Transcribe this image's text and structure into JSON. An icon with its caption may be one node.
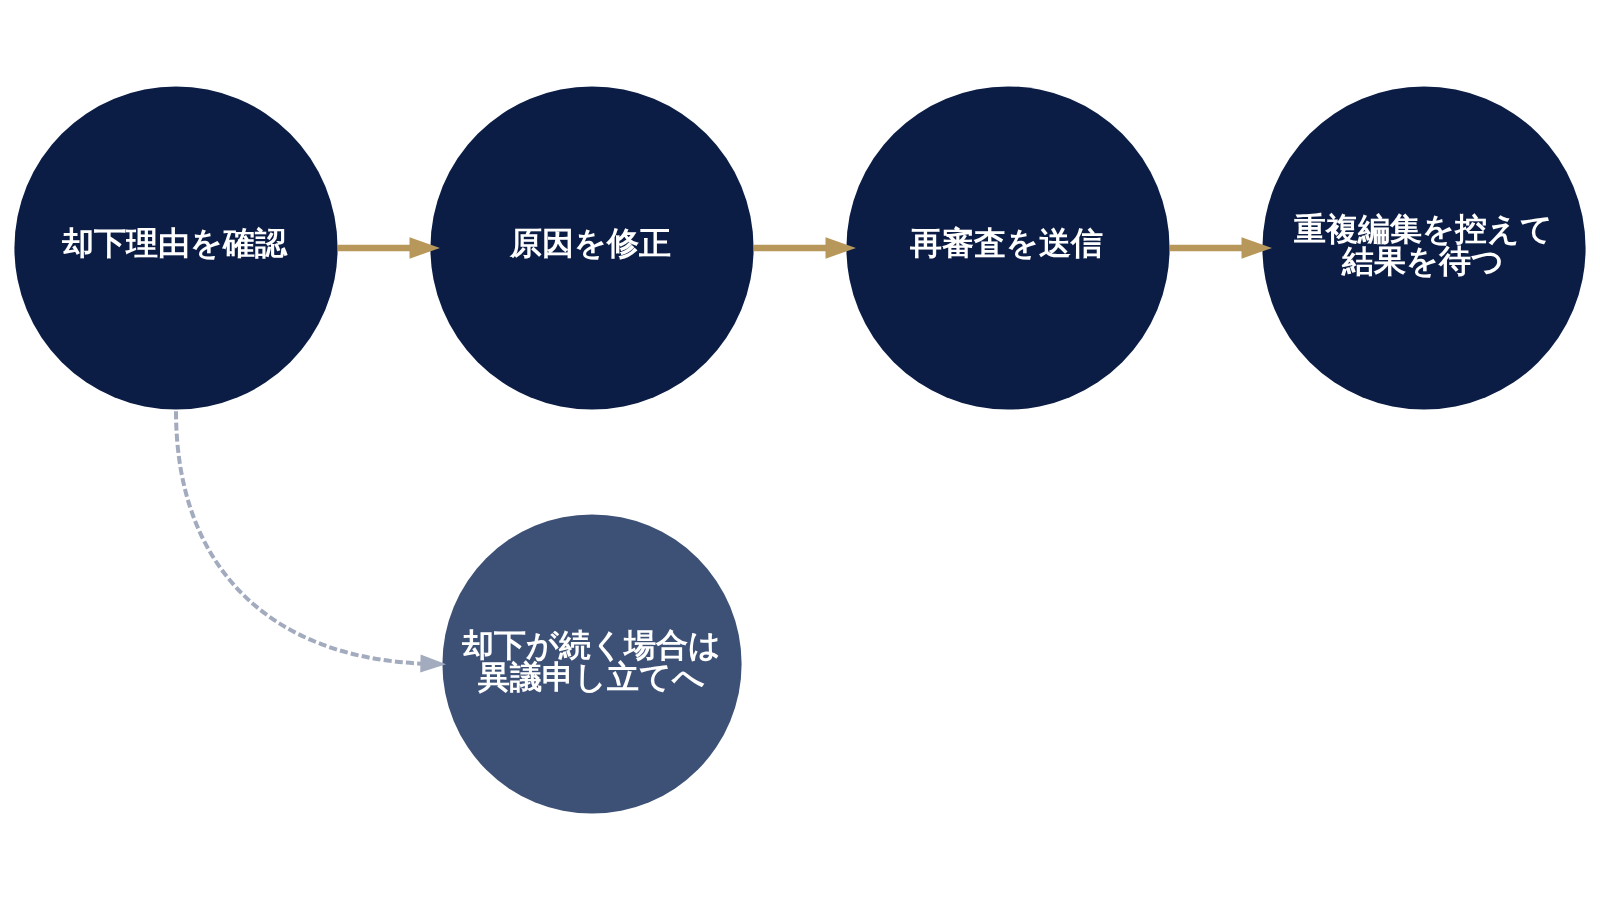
{
  "diagram": {
    "nodes": [
      {
        "text": [
          "却下理由を確認"
        ]
      },
      {
        "text": [
          "原因を修正"
        ]
      },
      {
        "text": [
          "再審査を送信"
        ]
      },
      {
        "text": [
          "重複編集を控えて結果を待つ"
        ]
      },
      {
        "text": [
          "却下が続く場合は異議申し立てへ"
        ]
      }
    ],
    "edges": [
      {
        "from": 0,
        "to": 1,
        "arrow": "to"
      },
      {
        "from": 1,
        "to": 2,
        "arrow": "to"
      },
      {
        "from": 2,
        "to": 3,
        "arrow": "to"
      },
      {
        "from": 0,
        "to": 4,
        "arrow": "to",
        "style": "dashed",
        "color": "#a3abbf"
      }
    ]
  }
}
